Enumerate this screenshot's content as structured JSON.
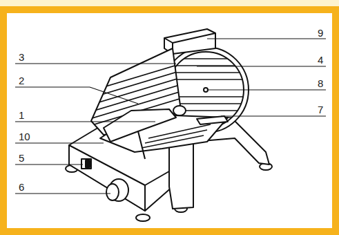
{
  "diagram": {
    "labels": [
      "9",
      "3",
      "4",
      "2",
      "8",
      "1",
      "7",
      "10",
      "5",
      "6"
    ]
  }
}
